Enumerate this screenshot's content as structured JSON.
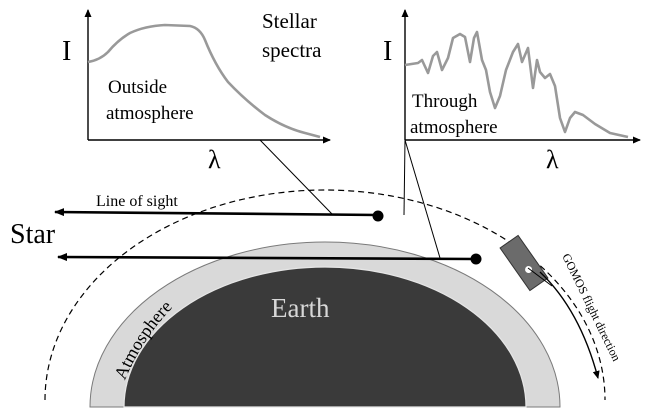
{
  "diagram": {
    "title": "Stellar spectra",
    "title_lines": [
      "Stellar",
      "spectra"
    ],
    "left_panel": {
      "y_axis_label": "I",
      "x_axis_label": "λ",
      "caption_lines": [
        "Outside",
        "atmosphere"
      ]
    },
    "right_panel": {
      "y_axis_label": "I",
      "x_axis_label": "λ",
      "caption_lines": [
        "Through",
        "atmosphere"
      ]
    },
    "line_of_sight_label": "Line of sight",
    "star_label": "Star",
    "atmosphere_label": "Atmosphere",
    "earth_label": "Earth",
    "flight_direction_label": "GOMOS flight direction",
    "colors": {
      "earth": "#3a3a3a",
      "atmosphere": "#d9d9d9",
      "spectrum_curve": "#999999",
      "earth_label": "#d8d8d8",
      "satellite": "#6b6b6b"
    }
  }
}
